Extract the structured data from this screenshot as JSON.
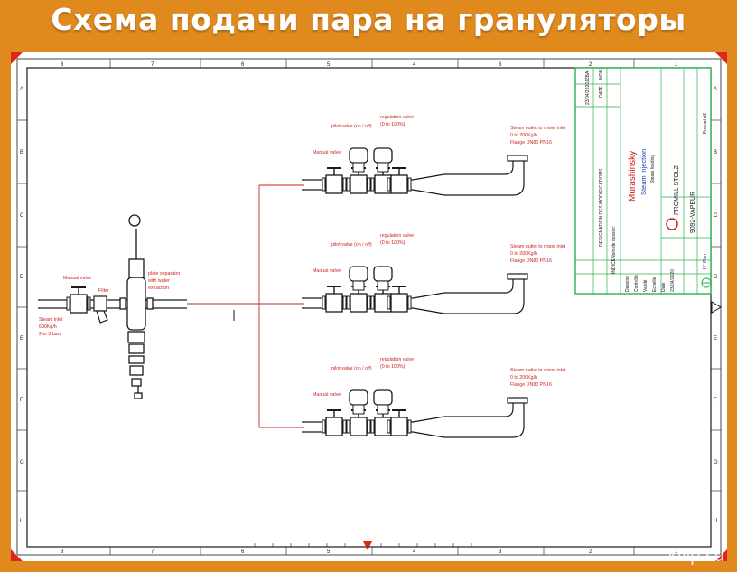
{
  "page": {
    "title": "Схема подачи пара на грануляторы",
    "watermark": "kvip.su"
  },
  "drawing": {
    "inlet": {
      "manual_valve": "Manual valve",
      "filter": "Filter",
      "steam_inlet": [
        "Steam inlet",
        "600Kg/h",
        "2 to 3 bars"
      ]
    },
    "separator": [
      "plate separator",
      "with water",
      "extraction"
    ],
    "branches": [
      {
        "pilot": "pilot valve (on / off)",
        "regulation": [
          "regulation valve",
          "(0 to 100%)"
        ],
        "manual": "Manual valve",
        "outlet": [
          "Steam outlet to mixer inlet",
          "0 to 200Kg/h",
          "Flange DN80 PN16"
        ]
      },
      {
        "pilot": "pilot valve (on / off)",
        "regulation": [
          "regulation valve",
          "(0 to 100%)"
        ],
        "manual": "Manual valve",
        "outlet": [
          "Steam outlet to mixer inlet",
          "0 to 200Kg/h",
          "Flange DN80 PN16"
        ]
      },
      {
        "pilot": "pilot valve (on / off)",
        "regulation": [
          "regulation valve",
          "(0 to 100%)"
        ],
        "manual": "Manual valve",
        "outlet": [
          "Steam outlet to mixer inlet",
          "0 to 200Kg/h",
          "Flange DN80 PN16"
        ]
      }
    ],
    "border": {
      "rows": [
        "A",
        "B",
        "C",
        "D",
        "E",
        "F",
        "G",
        "H"
      ],
      "cols": [
        "8",
        "7",
        "6",
        "5",
        "4",
        "3",
        "2",
        "1"
      ]
    },
    "title_block": {
      "client": "Murashinsky",
      "project": "Steam injection",
      "subtitle": "Steam feeding",
      "company": "PROMILL STOLZ",
      "drawing_no": "9092-VAPEUR",
      "plan": "N° Plan",
      "format": "Format A2",
      "date": "23/04/2020",
      "rev": "A",
      "author": "JZB",
      "labels": [
        "DESIGNATION DES MODIFICATIONS",
        "DATE",
        "NOM",
        "INDICE",
        "Nom de dossier:",
        "Dessiné",
        "Contrôlé",
        "Validé",
        "Echelle",
        "Date"
      ]
    }
  },
  "colors": {
    "background": "#e08a1e",
    "sheet": "#ffffff",
    "line": "#1a1a1a",
    "annotation": "#cc1f1f",
    "title_block": "#2bb24c",
    "corner_marker": "#e0261b"
  }
}
